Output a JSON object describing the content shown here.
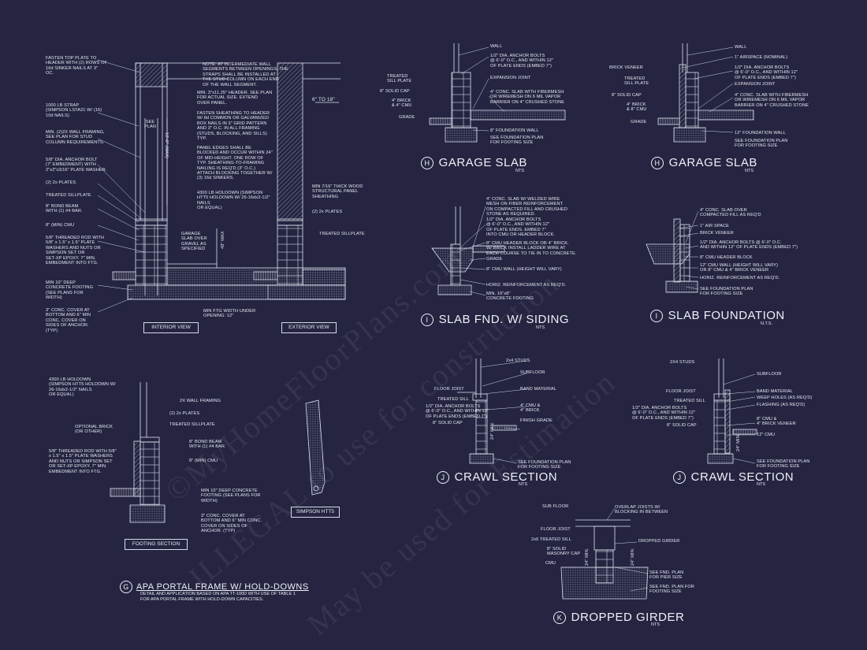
{
  "watermark": {
    "lines": [
      "©MyHomeFloorPlans.com",
      "ILLEGAL to use for construction",
      "May be used for Estimation"
    ]
  },
  "footing": {
    "left_notes": [
      "FASTEN TOP PLATE TO\nHEADER WITH (2) ROWS OF\n16d SINKER NAILS AT 3\"\nOC.",
      "1000 LB STRAP\n(SIMPSON LSTA21 W/ (16)\n10d NAILS)",
      "MIN. (2)2X WALL FRAMING,\nSEE PLAN FOR STUD\nCOLUMN REQUIREMENTS.",
      "5/8\" DIA. ANCHOR BOLT\n(7\" EMBEDMENT) WITH\n2\"x2\"x3/16\" PLATE WASHER.",
      "(2) 2x PLATES",
      "TREATED SILLPLATE",
      "8\" BOND BEAM\nWITH (1) #4 BAR.",
      "8\" (MIN) CMU",
      "5/8\" THREADED ROD WITH\n5/8\" x 1.5\" x 1.5\" PLATE\nWASHERS AND NUTS OR\nSIMPSON SET OR\nSET-XP EPOXY. 7\" MIN.\nEMBEDMENT INTO FTG.",
      "MIN 10\" DEEP\nCONCRETE FOOTING\n(SEE PLANS FOR\nWIDTH)",
      "3\" CONC. COVER AT\nBOTTOM AND 6\" MIN\nCONC. COVER ON\nSIDES OF ANCHOR.\n(TYP)"
    ],
    "see_plan": "SEE\nPLAN",
    "height_dim": "10'-0\" (MAX)",
    "mid_notes": [
      "NOTE: AT INTERMEDIATE WALL\nSEGMENTS BETWEEN OPENINGS, THE\nSTRAPS SHALL BE INSTALLED AT\nTHE STUD COLUMN ON EACH END\nOF THE WALL SEGMENT.",
      "MIN. 3\"x11.25\" HEADER. SEE PLAN\nFOR ACTUAL SIZE. EXTEND\nOVER PANEL.",
      "FASTEN SHEATHING TO HEADER\nW/ 8d COMMON OR GALVANIZED\nBOX NAILS IN 3\" GRID PATTERN\nAND 3\" O.C. IN ALL FRAMING\n(STUDS, BLOCKING, AND SILLS)\nTYP.",
      "PANEL EDGES SHALL BE\nBLOCKED AND OCCUR WITHIN 24\"\nOF MID-HEIGHT. ONE ROW OF\nTYP. SHEATHING-TO-FRAMING\nNAILING IS REQ'D (3\" O.C.)\nATTACH BLOCKING TOGETHER W/\n(3) 16d SINKERS.",
      "4300 LB HOLDOWN (SIMPSON\nHTT5 HOLDOWN W/ 26-16dx2-1/2\"\nNAILS\nOR EQUAL)"
    ],
    "garage_slab_note": "GARAGE\nSLAB OVER\nGRAVEL AS\nSPECIFIED",
    "dim_48": "48\" MAX",
    "min_ftg": "MIN FTG WIDTH UNDER\nOPENING: 12\"",
    "interior_label": "INTERIOR VIEW",
    "exterior_label": "EXTERIOR VIEW",
    "dim_6to18": "6\" TO 18\"",
    "ext_notes": [
      "MIN 7/16\" THICK WOOD\nSTRUCTURAL PANEL\nSHEATHING",
      "(2) 2x PLATES",
      "TREATED SILLPLATE"
    ],
    "lower_notes": [
      "4300 LB HOLDOWN\n(SIMPSON HTT5 HOLDOWN W/\n26-16dx2-1/2\" NAILS\nOR EQUAL)",
      "2X WALL FRAMING",
      "(2) 2x PLATES",
      "TREATED SILLPLATE",
      "OPTIONAL BRICK\n(OR OTHER)",
      "8\" BOND BEAM\nWITH (1) #4 BAR.",
      "8\" (MIN) CMU",
      "5/8\" THREADED ROD WITH 5/8\"\nx 1.5\" x 1.5\" PLATE WASHERS\nAND NUTS OR SIMPSON SET\nOR SET-XP EPOXY. 7\" MIN.\nEMBEDMENT INTO FTG.",
      "MIN 10\" DEEP CONCRETE\nFOOTING (SEE PLANS FOR\nWIDTH)",
      "3\" CONC. COVER AT\nBOTTOM AND 6\" MIN CONC.\nCOVER ON SIDES OF\nANCHOR. (TYP)"
    ],
    "footing_section_label": "FOOTING SECTION",
    "simpson_label": "SIMPSON HTT5",
    "apa_title": "APA PORTAL FRAME W/ HOLD-DOWNS",
    "apa_letter": "G",
    "apa_desc": "DETAIL AND APPLICATION BASED ON APA TT-100D WITH USE OF TABLE 1\nFOR APA PORTAL FRAME WITH HOLD-DOWN CAPACITIES."
  },
  "garage_slab_1": {
    "letter": "H",
    "title": "GARAGE SLAB",
    "nts": "NTS",
    "notes": [
      "WALL",
      "1/2\" DIA. ANCHOR BOLTS\n@ 6'-0\" O.C., AND WITHIN 12\"\nOF PLATE ENDS (EMBED 7\")",
      "EXPANSION JOINT",
      "4\" CONC. SLAB WITH FIBERMESH\nOR WIREMESH ON 6 MIL VAPOR\nBARRIER ON 4\" CRUSHED STONE",
      "8\" FOUNDATION WALL",
      "SEE FOUNDATION PLAN\nFOR FOOTING SIZE"
    ],
    "left_notes": [
      "TREATED\nSILL PLATE",
      "8\" SOLID CAP",
      "4\" BRICK\n& 4\" CMU",
      "GRADE"
    ]
  },
  "garage_slab_2": {
    "letter": "H",
    "title": "GARAGE SLAB",
    "nts": "NTS",
    "notes": [
      "WALL",
      "1\" AIRSPACE (NOMINAL)",
      "1/2\" DIA. ANCHOR BOLTS\n@ 6'-0\" O.C., AND WITHIN 12\"\nOF PLATE ENDS (EMBED 7\")",
      "EXPANSION JOINT",
      "4\" CONC. SLAB WITH FIBERMESH\nOR WIREMESH ON 6 MIL VAPOR\nBARRIER ON 4\" CRUSHED STONE",
      "12\" FOUNDATION WALL",
      "SEE FOUNDATION PLAN\nFOR FOOTING SIZE"
    ],
    "left_notes": [
      "BRICK VENEER",
      "TREATED\nSILL PLATE",
      "8\" SOLID CAP",
      "4\" BRICK\n& 8\" CMU",
      "GRADE"
    ]
  },
  "slab_siding": {
    "letter": "I",
    "title": "SLAB FND. W/ SIDING",
    "nts": "NTS",
    "notes": [
      "4\" CONC. SLAB W/ WELDED WIRE\nMESH ON FIBER REINFORCEMENT\nON COMPACTED FILL AND CRUSHED\nSTONE AS REQUIRED.",
      "1/2\" DIA. ANCHOR BOLTS\n@ 6'-0\" O.C., AND WITHIN 12\"\nOF PLATE ENDS. EMBED 7\"\nINTO CMU OR HEADER BLOCK.",
      "8\" CMU HEADER BLOCK OR 4\" BRICK.\nW/ BRICK INSTALL LADDER WIRE AT\nEACH COURSE TO TIE IN TO CONCRETE.",
      "GRADE",
      "8\" CMU WALL (HEIGHT WILL VARY)",
      "HORIZ. REINFORCEMENT AS REQ'D.",
      "MIN. 16\"x8\"\nCONCRETE FOOTING"
    ]
  },
  "slab_foundation": {
    "letter": "I",
    "title": "SLAB FOUNDATION",
    "nts": "N.T.S.",
    "notes": [
      "4\" CONC. SLAB OVER\nCOMPACTED FILL AS REQ'D",
      "1\" AIR SPACE",
      "BRICK VENEER",
      "1/2\" DIA. ANCHOR BOLTS @ 6'-0\" O.C.\nAND WITHIN 12\" OF PLATE ENDS (EMBED 7\")",
      "8\" CMU HEADER BLOCK",
      "12\" CMU WALL (HEIGHT WILL VARY)\nOR 8\" CMU & 4\" BRICK VENEER",
      "HORIZ. REINFORCEMENT AS REQ'D.",
      "SEE FOUNDATION PLAN\nFOR FOOTING SIZE"
    ]
  },
  "crawl_1": {
    "letter": "J",
    "title": "CRAWL SECTION",
    "nts": "NTS",
    "notes": [
      "2x4 STUDS",
      "SUBFLOOR",
      "BAND MATERIAL",
      "4\" CMU &\n4\" BRICK",
      "FINISH GRADE",
      "SEE FOUNDATION PLAN\nFOR FOOTING SIZE"
    ],
    "left_notes": [
      "FLOOR JOIST",
      "TREATED SILL",
      "1/2\" DIA. ANCHOR BOLTS\n@ 6'-0\" O.C., AND WITHIN 12\"\nOF PLATE ENDS (EMBED 7\")",
      "8\" SOLID CAP"
    ],
    "dim": "24\" MIN."
  },
  "crawl_2": {
    "letter": "J",
    "title": "CRAWL SECTION",
    "nts": "NTS",
    "notes": [
      "SUBFLOOR",
      "BAND MATERIAL",
      "WEEP HOLES (AS REQ'D)",
      "FLASHING (AS REQ'D)",
      "8\" CMU &\n4\" BRICK VENEER",
      "12\" CMU",
      "SEE FOUNDATION PLAN\nFOR FOOTING SIZE"
    ],
    "left_notes": [
      "2X4 STUDS",
      "FLOOR JOIST",
      "TREATED SILL",
      "1/2\" DIA. ANCHOR BOLTS\n@ 6'-0\" O.C., AND WITHIN 12\"\nOF PLATE ENDS (EMBED 7\")",
      "8\" SOLID CAP"
    ],
    "dim": "24\" MIN."
  },
  "dropped_girder": {
    "letter": "K",
    "title": "DROPPED GIRDER",
    "nts": "NTS",
    "notes": [
      "OVERLAP JOISTS W/\nBLOCKING IN BETWEEN",
      "DROPPED GIRDER",
      "SEE FND. PLAN\nFOR PIER SIZE",
      "SEE FND. PLAN FOR\nFOOTING SIZE"
    ],
    "left_notes": [
      "SUB FLOOR",
      "FLOOR JOIST",
      "2x6 TREATED SILL",
      "8\" SOLID\nMASONRY CAP",
      "CMU"
    ],
    "dim1": "24\" MIN.",
    "dim2": "24\" MIN."
  }
}
